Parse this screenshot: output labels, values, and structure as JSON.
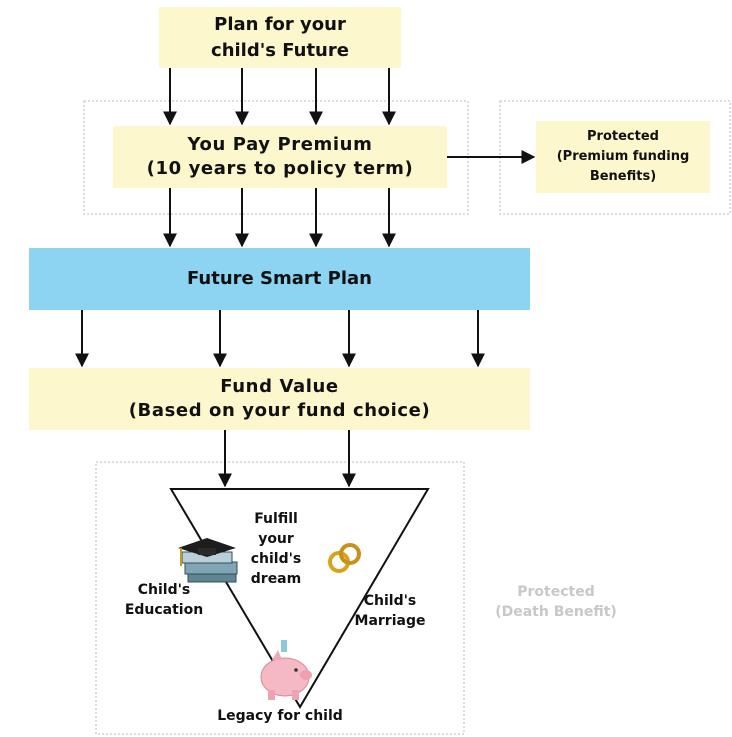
{
  "plan_box": {
    "line1": "Plan for your",
    "line2": "child's Future"
  },
  "premium_box": {
    "line1": "You Pay Premium",
    "line2": "(10 years to policy term)"
  },
  "protected_premium": {
    "line1": "Protected",
    "line2": "(Premium funding",
    "line3": "Benefits)"
  },
  "product_box": {
    "label": "Future Smart Plan"
  },
  "fund_box": {
    "line1": "Fund Value",
    "line2": "(Based on your fund choice)"
  },
  "goals": {
    "center": {
      "line1": "Fulfill",
      "line2": "your",
      "line3": "child's",
      "line4": "dream"
    },
    "education": {
      "line1": "Child's",
      "line2": "Education"
    },
    "marriage": {
      "line1": "Child's",
      "line2": "Marriage"
    },
    "legacy": "Legacy for child"
  },
  "protected_death": {
    "line1": "Protected",
    "line2": "(Death Benefit)"
  },
  "colors": {
    "cream": "#fdf7cd",
    "blue": "#8dd3f2",
    "faded_text": "#c8c8c8",
    "border": "#bbbbbb"
  }
}
